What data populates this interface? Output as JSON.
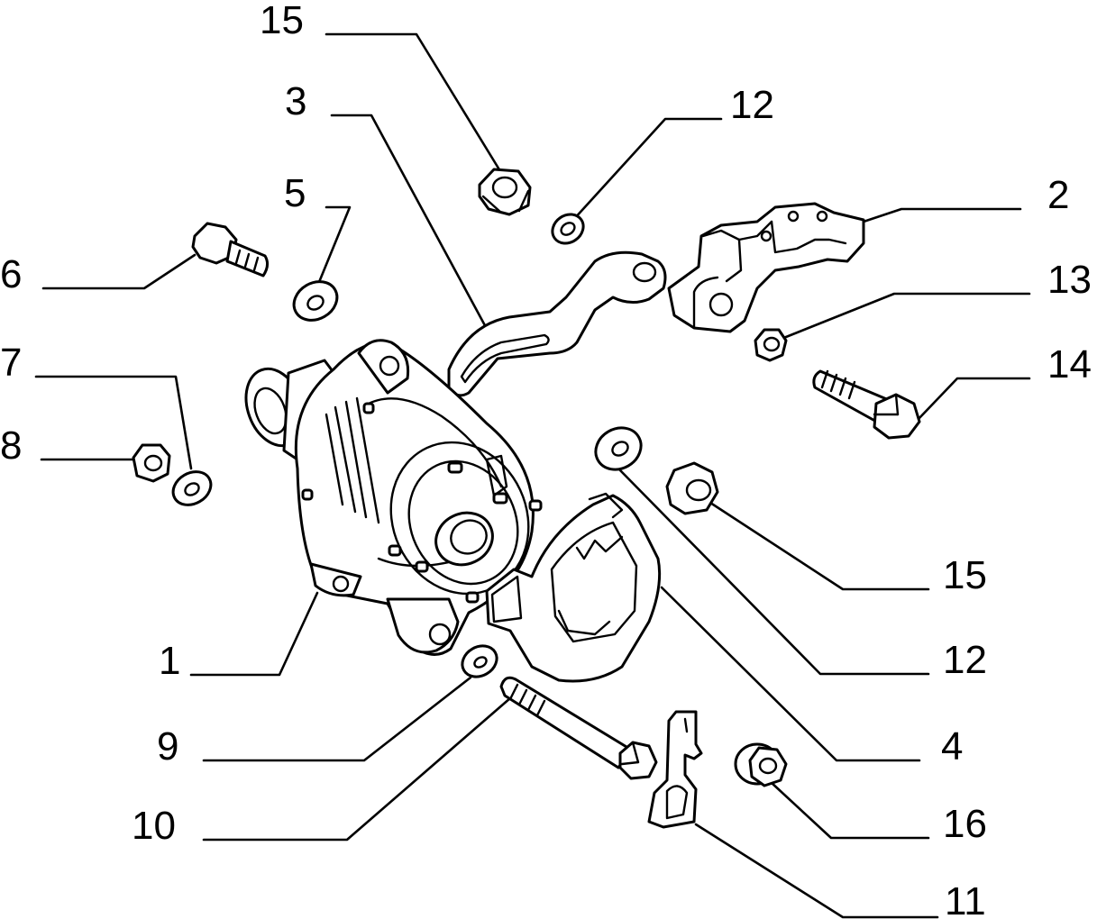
{
  "labels": {
    "l1": "1",
    "l2": "2",
    "l3": "3",
    "l4": "4",
    "l5": "5",
    "l6": "6",
    "l7": "7",
    "l8": "8",
    "l9": "9",
    "l10": "10",
    "l11": "11",
    "l12a": "12",
    "l12b": "12",
    "l13": "13",
    "l14": "14",
    "l15a": "15",
    "l15b": "15",
    "l16": "16"
  }
}
